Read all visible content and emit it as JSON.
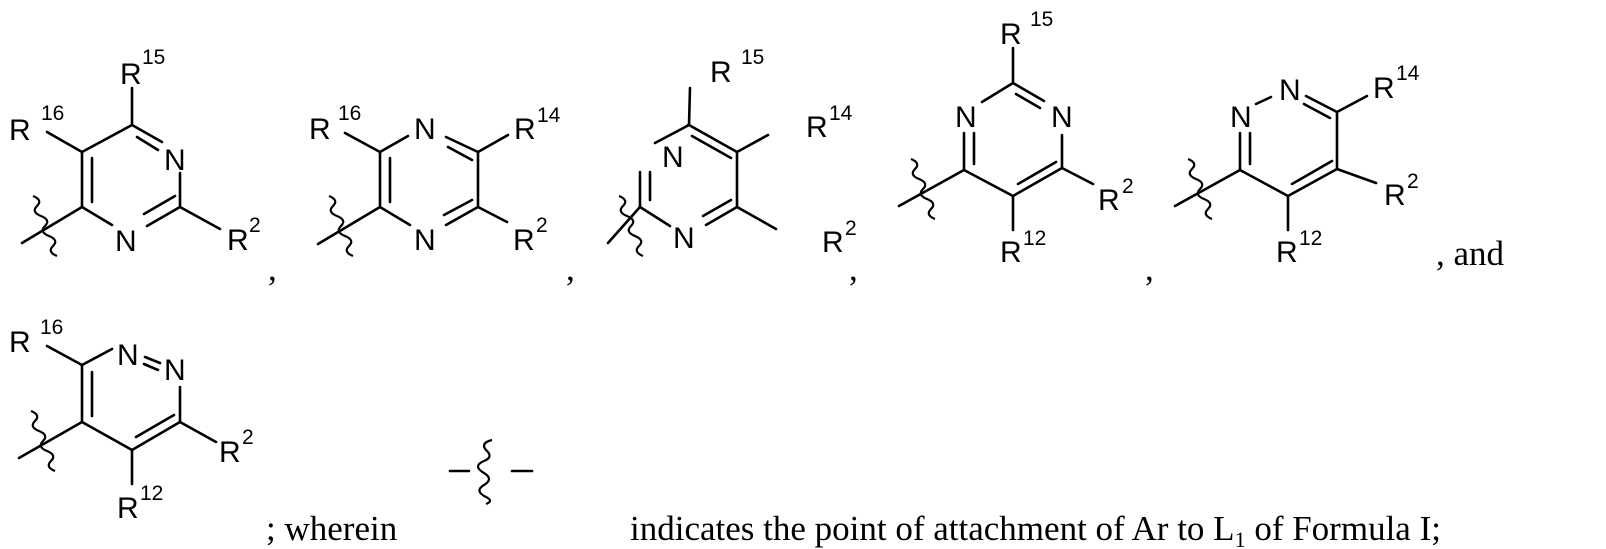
{
  "document": {
    "type": "patent chemical structure listing",
    "structures": [
      {
        "name": "pyrimidin-4-yl",
        "atoms": [
          "N",
          "N"
        ],
        "substituents": [
          {
            "label": "R",
            "sup": "15"
          },
          {
            "label": "R",
            "sup": "16"
          },
          {
            "label": "R",
            "sup": "2"
          }
        ],
        "separator": ","
      },
      {
        "name": "pyrazin-2-yl",
        "atoms": [
          "N",
          "N"
        ],
        "substituents": [
          {
            "label": "R",
            "sup": "16"
          },
          {
            "label": "R",
            "sup": "14"
          },
          {
            "label": "R",
            "sup": "2"
          }
        ],
        "separator": ","
      },
      {
        "name": "pyrimidin-2-yl",
        "atoms": [
          "N",
          "N"
        ],
        "substituents": [
          {
            "label": "R",
            "sup": "15"
          },
          {
            "label": "R",
            "sup": "14"
          },
          {
            "label": "R",
            "sup": "2"
          }
        ],
        "separator": ","
      },
      {
        "name": "pyrimidin-4-yl (alt)",
        "atoms": [
          "N",
          "N"
        ],
        "substituents": [
          {
            "label": "R",
            "sup": "15"
          },
          {
            "label": "R",
            "sup": "2"
          },
          {
            "label": "R",
            "sup": "12"
          }
        ],
        "separator": ","
      },
      {
        "name": "pyridazin-3-yl",
        "atoms": [
          "N",
          "N"
        ],
        "substituents": [
          {
            "label": "R",
            "sup": "14"
          },
          {
            "label": "R",
            "sup": "2"
          },
          {
            "label": "R",
            "sup": "12"
          }
        ],
        "separator": ", and"
      },
      {
        "name": "pyridazin-4-yl",
        "atoms": [
          "N",
          "N"
        ],
        "substituents": [
          {
            "label": "R",
            "sup": "16"
          },
          {
            "label": "R",
            "sup": "2"
          },
          {
            "label": "R",
            "sup": "12"
          }
        ],
        "separator": ";"
      }
    ],
    "text": {
      "sep_comma": ",",
      "and": ", and",
      "wherein": "; wherein",
      "indicates_pre": "indicates the point of attachment of Ar to L",
      "indicates_sub": "1",
      "indicates_post": " of Formula I;"
    },
    "legend_icon": "wavy-attachment-bond"
  }
}
